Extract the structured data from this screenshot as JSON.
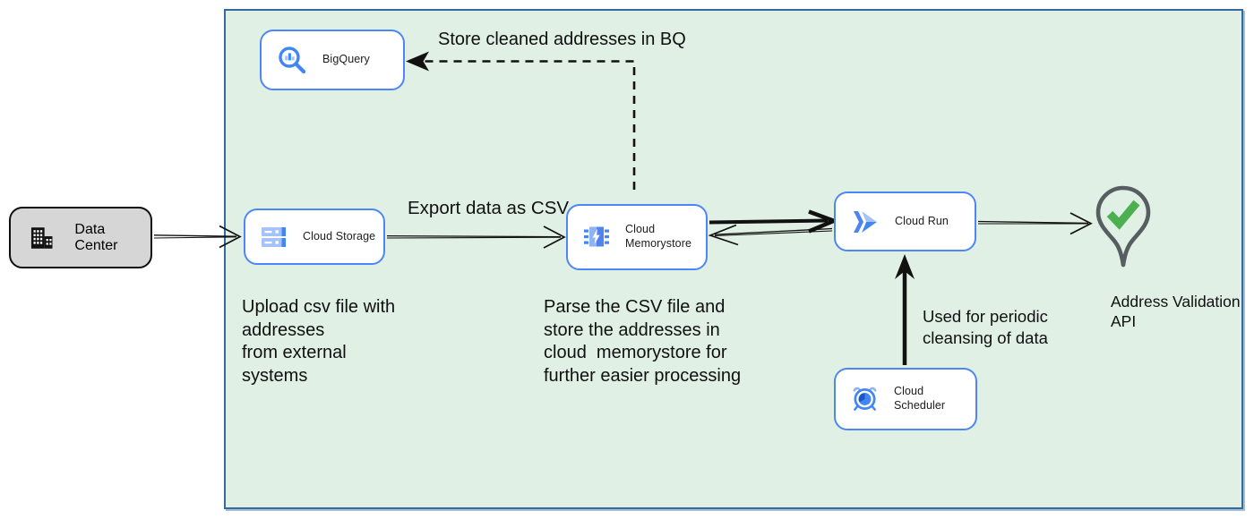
{
  "diagram": {
    "type": "cloud-architecture-flow",
    "nodes": {
      "data_center": {
        "label": "Data Center",
        "icon": "building-icon"
      },
      "bigquery": {
        "label": "BigQuery",
        "icon": "magnifier-barchart-icon"
      },
      "cloud_storage": {
        "label": "Cloud Storage",
        "icon": "storage-buckets-icon"
      },
      "cloud_memorystore": {
        "label": "Cloud\nMemorystore",
        "icon": "memory-chip-bolt-icon"
      },
      "cloud_run": {
        "label": "Cloud Run",
        "icon": "double-chevron-icon"
      },
      "cloud_scheduler": {
        "label": "Cloud Scheduler",
        "icon": "alarm-clock-icon"
      },
      "address_validation_api": {
        "label": "Address Validation\nAPI",
        "icon": "location-pin-check-icon"
      }
    },
    "edge_labels": {
      "store_cleaned": "Store cleaned addresses in BQ",
      "export_csv": "Export data as CSV",
      "periodic_cleansing": "Used for periodic\ncleansing of data"
    },
    "annotations": {
      "upload_csv": "Upload csv file with\naddresses\nfrom external\nsystems",
      "parse_csv": "Parse the CSV file and\nstore the addresses in\ncloud  memorystore for\nfurther easier processing"
    },
    "colors": {
      "container_fill": "#e0f0e4",
      "container_border": "#36699c",
      "node_border": "#4d87f5",
      "node_fill": "#ffffff",
      "data_center_fill": "#d6d6d6",
      "google_blue": "#4285f4",
      "google_blue_light": "#a5c2f9",
      "check_green": "#4caf50",
      "pin_outline_gray": "#565e62",
      "arrow_color": "#111111"
    }
  }
}
